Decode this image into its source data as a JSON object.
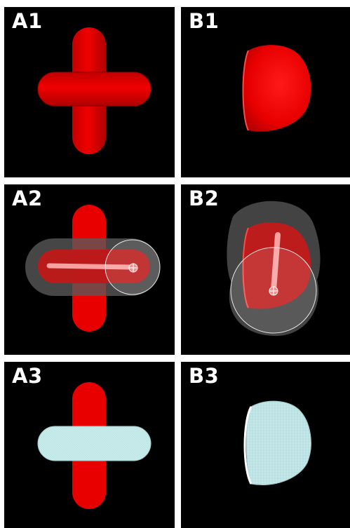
{
  "panels": [
    {
      "id": "A1",
      "label": "A1"
    },
    {
      "id": "B1",
      "label": "B1"
    },
    {
      "id": "A2",
      "label": "A2"
    },
    {
      "id": "B2",
      "label": "B2"
    },
    {
      "id": "A3",
      "label": "A3"
    },
    {
      "id": "B3",
      "label": "B3"
    }
  ],
  "colors": {
    "background": "#000000",
    "object_red": "#e80000",
    "object_red_dark": "#9a0000",
    "overlay_gray": "#5a5a5a",
    "stroke_highlight": "#ff9a9a",
    "circle_outline": "#e8e8e8",
    "segment_cyan": "#c8ecec"
  },
  "icons": {
    "cursor": "crosshair-cursor-icon"
  }
}
